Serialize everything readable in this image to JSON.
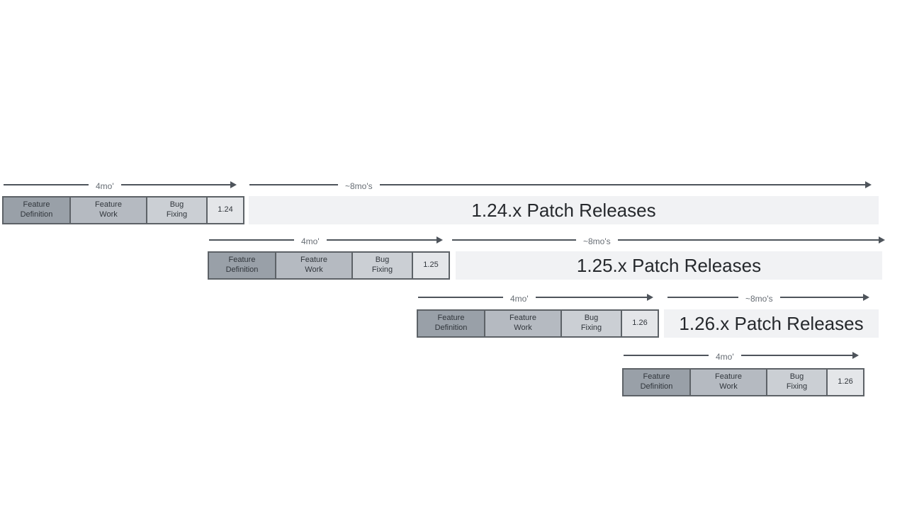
{
  "colors": {
    "arrow": "#4e545b",
    "box_border": "#5d6267",
    "feature_definition_fill": "#99a0a8",
    "feature_work_fill": "#b5bac1",
    "bug_fixing_fill": "#cbcfd4",
    "version_box_fill": "#e4e6e9",
    "patch_bar_fill": "#f1f2f4",
    "arrow_label_text": "#676d74",
    "box_text": "#31363c",
    "patch_bar_text": "#26292d"
  },
  "rows": [
    {
      "cycle_label": "4mo'",
      "patch_arrow_label": "~8mo's",
      "phases": [
        [
          "Feature",
          "Definition"
        ],
        [
          "Feature",
          "Work"
        ],
        [
          "Bug",
          "Fixing"
        ]
      ],
      "version": "1.24",
      "patch_label": "1.24.x Patch Releases"
    },
    {
      "cycle_label": "4mo'",
      "patch_arrow_label": "~8mo's",
      "phases": [
        [
          "Feature",
          "Definition"
        ],
        [
          "Feature",
          "Work"
        ],
        [
          "Bug",
          "Fixing"
        ]
      ],
      "version": "1.25",
      "patch_label": "1.25.x Patch Releases"
    },
    {
      "cycle_label": "4mo'",
      "patch_arrow_label": "~8mo's",
      "phases": [
        [
          "Feature",
          "Definition"
        ],
        [
          "Feature",
          "Work"
        ],
        [
          "Bug",
          "Fixing"
        ]
      ],
      "version": "1.26",
      "patch_label": "1.26.x Patch Releases"
    },
    {
      "cycle_label": "4mo'",
      "phases": [
        [
          "Feature",
          "Definition"
        ],
        [
          "Feature",
          "Work"
        ],
        [
          "Bug",
          "Fixing"
        ]
      ],
      "version": "1.26"
    }
  ]
}
